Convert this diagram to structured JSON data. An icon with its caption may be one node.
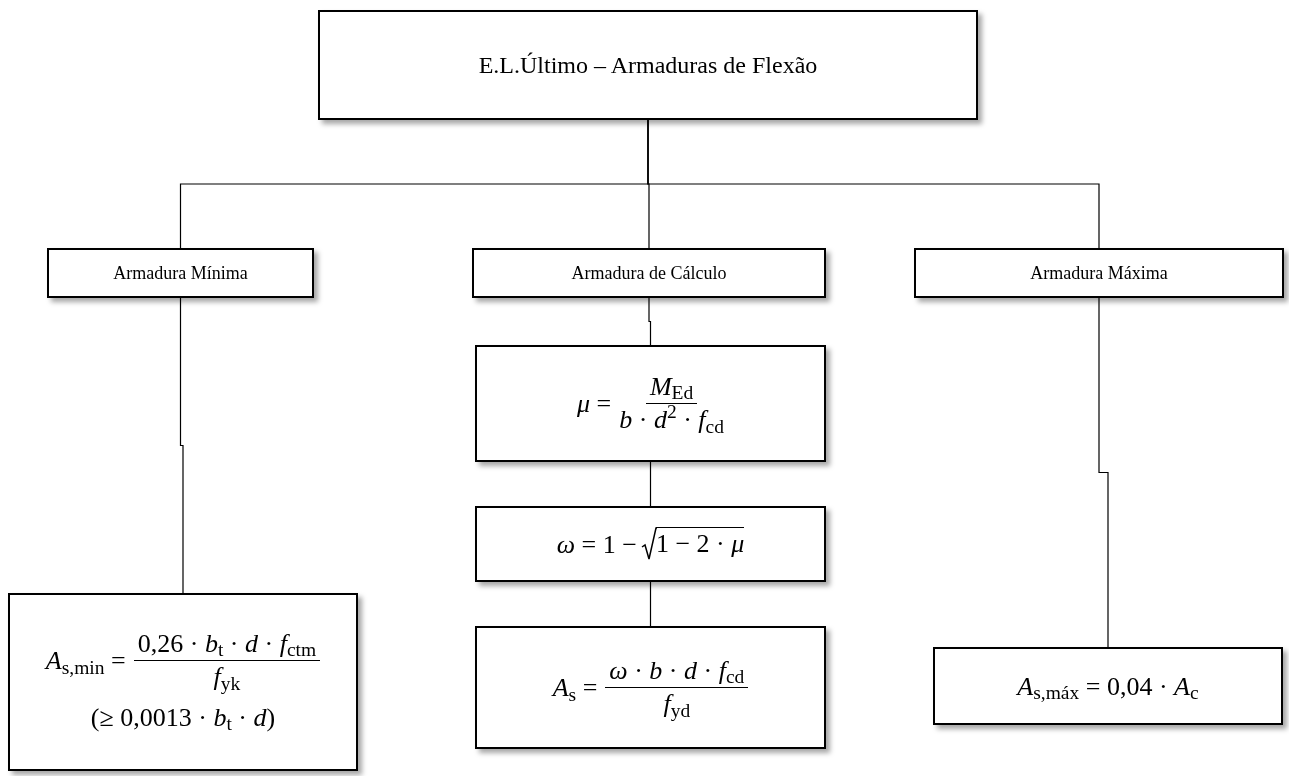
{
  "diagram": {
    "nodes": [
      {
        "text": [
          "E.L.Último – Armaduras de Flexão"
        ]
      },
      {
        "text": [
          "Armadura Mínima"
        ]
      },
      {
        "text": [
          "Armadura de Cálculo"
        ]
      },
      {
        "text": [
          "Armadura Máxima"
        ]
      },
      {
        "text": [
          "*A*$_{s,min}$ =",
          "0,26 · *b*$_{t}$ · *d* · *f*$_{ctm}$",
          "*f*$_{yk}$",
          "(≥ 0,0013 · *b*$_{t}$ · *d*)"
        ]
      },
      {
        "text": [
          "*μ* =",
          "*M*$_{Ed}$",
          "*b* · *d*$^{2}$ · *f*$_{cd}$"
        ]
      },
      {
        "text": [
          "*ω* = 1 −",
          "1 − 2 · *μ*"
        ]
      },
      {
        "text": [
          "*A*$_{s}$ =",
          "*ω* · *b* · *d* · *f*$_{cd}$",
          "*f*$_{yd}$"
        ]
      },
      {
        "text": [
          "*A*$_{s,máx}$ = 0,04 · *A*$_{c}$"
        ]
      }
    ],
    "edges": [
      {
        "from": 0,
        "to": 1,
        "arrow": "none"
      },
      {
        "from": 0,
        "to": 2,
        "arrow": "none"
      },
      {
        "from": 0,
        "to": 3,
        "arrow": "none"
      },
      {
        "from": 1,
        "to": 4,
        "arrow": "none"
      },
      {
        "from": 2,
        "to": 5,
        "arrow": "none"
      },
      {
        "from": 5,
        "to": 6,
        "arrow": "none"
      },
      {
        "from": 6,
        "to": 7,
        "arrow": "none"
      },
      {
        "from": 3,
        "to": 8,
        "arrow": "none"
      }
    ]
  }
}
